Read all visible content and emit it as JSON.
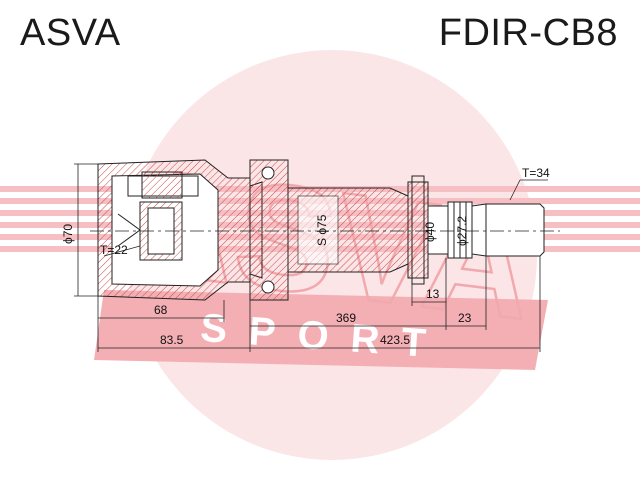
{
  "header": {
    "brand": "ASVA",
    "part_code": "FDIR-CB8"
  },
  "watermark": {
    "main": "ASVA",
    "sub": "SPORT"
  },
  "dimensions": {
    "dia_housing": "ϕ70",
    "wall_thickness_left": "T=22",
    "spline_dia": "S ϕ75",
    "dia_seat": "ϕ40",
    "dia_spline_end": "ϕ27.2",
    "spline_end": "T=34",
    "len_housing_inner": "68",
    "len_housing_total": "83.5",
    "len_shaft": "369",
    "len_collar": "13",
    "len_spline_end": "23",
    "len_overall": "423.5"
  },
  "colors": {
    "watermark": "#e8323c",
    "line": "#222222",
    "hatch": "#cc4444"
  }
}
